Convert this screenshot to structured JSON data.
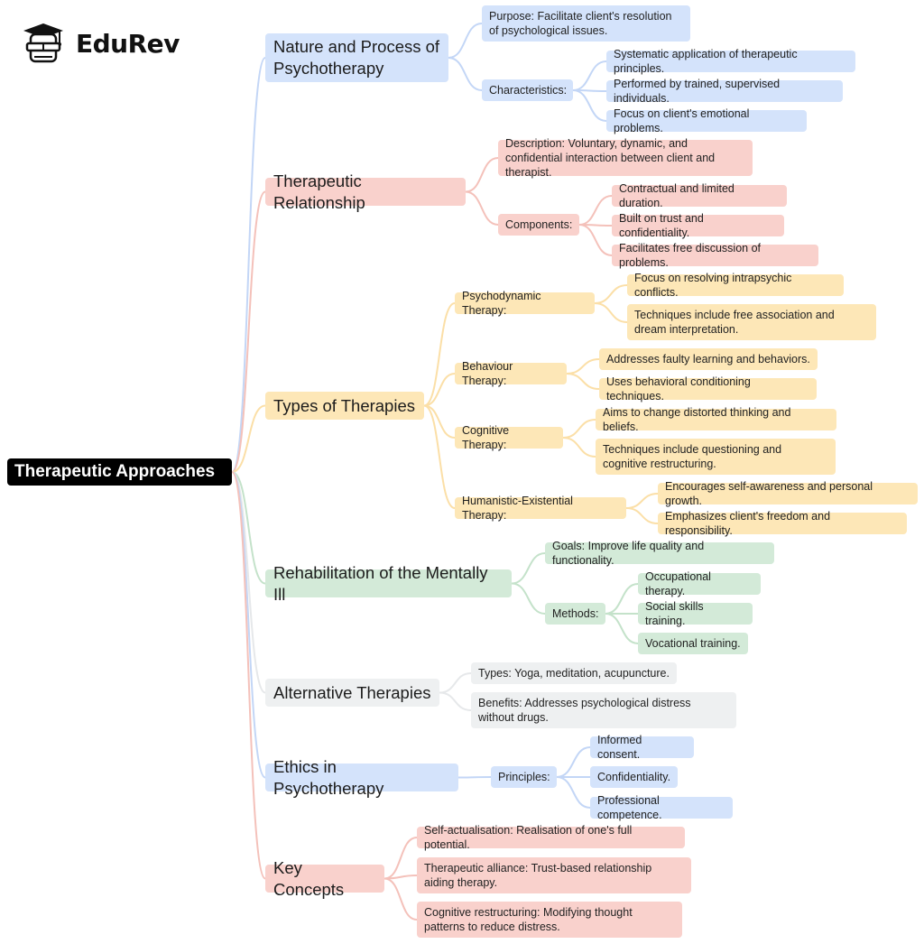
{
  "brand": {
    "name": "EduRev"
  },
  "root": {
    "label": "Therapeutic Approaches"
  },
  "colors": {
    "blue": "#d4e3fb",
    "red": "#f9d1cc",
    "yellow": "#fde7b7",
    "green": "#d3ead8",
    "gray": "#eef0f1"
  },
  "branches": {
    "nature": {
      "label": "Nature and Process of Psychotherapy",
      "purpose": "Purpose: Facilitate client's resolution of psychological issues.",
      "characteristics": {
        "label": "Characteristics:",
        "items": [
          "Systematic application of therapeutic principles.",
          "Performed by trained, supervised individuals.",
          "Focus on client's emotional problems."
        ]
      }
    },
    "relationship": {
      "label": "Therapeutic Relationship",
      "description": "Description: Voluntary, dynamic, and confidential interaction between client and therapist.",
      "components": {
        "label": "Components:",
        "items": [
          "Contractual and limited duration.",
          "Built on trust and confidentiality.",
          "Facilitates free discussion of problems."
        ]
      }
    },
    "types": {
      "label": "Types of Therapies",
      "psychodynamic": {
        "label": "Psychodynamic Therapy:",
        "items": [
          "Focus on resolving intrapsychic conflicts.",
          "Techniques include free association and dream interpretation."
        ]
      },
      "behaviour": {
        "label": "Behaviour Therapy:",
        "items": [
          "Addresses faulty learning and behaviors.",
          "Uses behavioral conditioning techniques."
        ]
      },
      "cognitive": {
        "label": "Cognitive Therapy:",
        "items": [
          "Aims to change distorted thinking and beliefs.",
          "Techniques include questioning and cognitive restructuring."
        ]
      },
      "humanistic": {
        "label": "Humanistic-Existential Therapy:",
        "items": [
          "Encourages self-awareness and personal growth.",
          "Emphasizes client's freedom and responsibility."
        ]
      }
    },
    "rehab": {
      "label": "Rehabilitation of the Mentally Ill",
      "goals": "Goals: Improve life quality and functionality.",
      "methods": {
        "label": "Methods:",
        "items": [
          "Occupational therapy.",
          "Social skills training.",
          "Vocational training."
        ]
      }
    },
    "alternative": {
      "label": "Alternative Therapies",
      "types": "Types: Yoga, meditation, acupuncture.",
      "benefits": "Benefits: Addresses psychological distress without drugs."
    },
    "ethics": {
      "label": "Ethics in Psychotherapy",
      "principles": {
        "label": "Principles:",
        "items": [
          "Informed consent.",
          "Confidentiality.",
          "Professional competence."
        ]
      }
    },
    "concepts": {
      "label": "Key Concepts",
      "items": [
        "Self-actualisation: Realisation of one's full potential.",
        "Therapeutic alliance: Trust-based relationship aiding therapy.",
        "Cognitive restructuring: Modifying thought patterns to reduce distress."
      ]
    }
  }
}
